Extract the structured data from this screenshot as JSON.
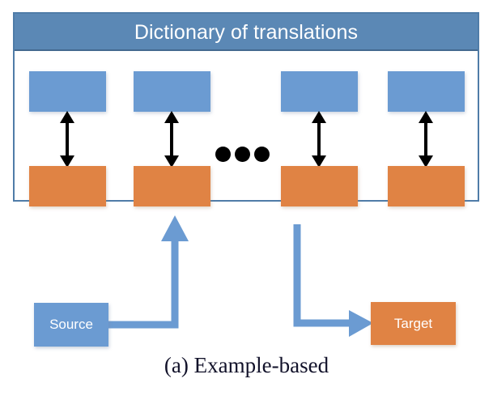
{
  "figure": {
    "caption": "(a) Example-based",
    "colors": {
      "header_blue": "#5B88B5",
      "panel_border": "#4F7CA8",
      "box_blue": "#6B9BD2",
      "box_orange": "#E08344",
      "arrow_blue": "#6B9BD2",
      "arrow_black": "#000000",
      "caption_text": "#12122A",
      "background": "#FFFFFF"
    }
  },
  "dictionary": {
    "title": "Dictionary of translations",
    "entries": [
      {
        "source_label": "",
        "target_label": "",
        "link": "bidirectional-arrow"
      },
      {
        "source_label": "",
        "target_label": "",
        "link": "bidirectional-arrow"
      },
      {
        "source_label": "",
        "target_label": "",
        "link": "bidirectional-arrow"
      },
      {
        "source_label": "",
        "target_label": "",
        "link": "bidirectional-arrow"
      }
    ],
    "ellipsis": "•••",
    "ellipsis_dots": 3
  },
  "flow": {
    "source": {
      "label": "Source"
    },
    "target": {
      "label": "Target"
    },
    "arrows": [
      {
        "name": "source-to-dictionary",
        "from": "Source",
        "to": "Dictionary of translations",
        "direction": "up"
      },
      {
        "name": "dictionary-to-target",
        "from": "Dictionary of translations",
        "to": "Target",
        "direction": "right"
      }
    ]
  }
}
